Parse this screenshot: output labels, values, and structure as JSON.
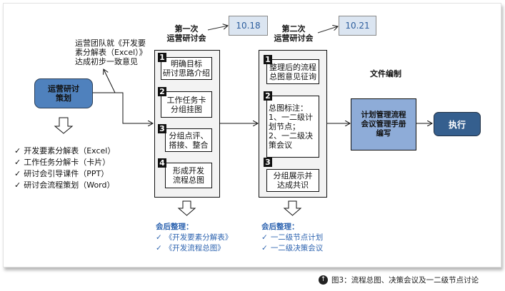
{
  "planning": {
    "label_line1": "运营研讨",
    "label_line2": "策划",
    "deliverables": [
      "开发要素分解表（Excel）",
      "工作任务分解卡（卡片）",
      "研讨会引导课件（PPT）",
      "研讨会流程策划（Word）"
    ],
    "check_icon": "✓"
  },
  "annotation": {
    "line1": "运营团队就《开发要",
    "line2": "素分解表（Excel）》",
    "line3": "达成初步一致意见"
  },
  "meeting1": {
    "title_line1": "第一次",
    "title_line2": "运营研讨会",
    "date": "10.18",
    "steps": [
      {
        "num": "1",
        "line1": "明确目标",
        "line2": "研讨思路介绍"
      },
      {
        "num": "2",
        "line1": "工作任务卡",
        "line2": "分组挂图"
      },
      {
        "num": "3",
        "line1": "分组点评、",
        "line2": "搭接、整合"
      },
      {
        "num": "4",
        "line1": "形成开发",
        "line2": "流程总图"
      }
    ],
    "followup": {
      "title": "会后整理：",
      "items": [
        "《开发要素分解表》",
        "《开发流程总图》"
      ]
    }
  },
  "meeting2": {
    "title_line1": "第二次",
    "title_line2": "运营研讨会",
    "date": "10.21",
    "steps": [
      {
        "num": "1",
        "lines": [
          "整理后的流程",
          "总图意见征询"
        ]
      },
      {
        "num": "2",
        "lines": [
          "总图标注：",
          "1、一二级计",
          "划节点；",
          "2、一二级决",
          "策会议"
        ]
      },
      {
        "num": "3",
        "lines": [
          "分组展示并",
          "达成共识"
        ]
      }
    ],
    "followup": {
      "title": "会后整理：",
      "items": [
        "一二级节点计划",
        "一二级决策会议"
      ]
    }
  },
  "document": {
    "heading": "文件编制",
    "line1": "计划管理流程",
    "line2": "会议管理手册",
    "line3": "编写"
  },
  "execute": {
    "label": "执行"
  },
  "caption": {
    "icon": "arrow-up-circle",
    "icon_glyph": "↑",
    "text": "图3：流程总图、决策会议及一二级节点讨论"
  },
  "colors": {
    "planning_fill": "#4f81bd",
    "execute_fill": "#355f8e",
    "document_fill": "#8eacd8",
    "date_fill": "#dbe5f1",
    "date_text": "#2e5f9e",
    "followup_text": "#2e64b0"
  }
}
